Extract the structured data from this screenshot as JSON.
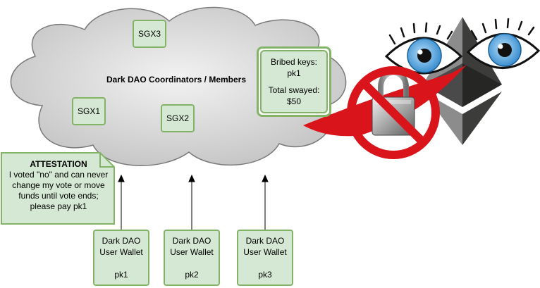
{
  "cloud": {
    "title": "Dark DAO Coordinators / Members",
    "fill": "#d9d9d9",
    "stroke": "#7a7a7a"
  },
  "sgx_nodes": [
    {
      "label": "SGX3"
    },
    {
      "label": "SGX1"
    },
    {
      "label": "SGX2"
    }
  ],
  "bribed_box": {
    "line1": "Bribed keys:",
    "line2": "pk1",
    "line3": "Total swayed:",
    "line4": "$50"
  },
  "attestation": {
    "title": "ATTESTATION",
    "lines": [
      "I  voted \"no\" and can never",
      "change my vote or move",
      "funds until vote ends;",
      "please pay pk1"
    ]
  },
  "wallets": [
    {
      "line1": "Dark DAO",
      "line2": "User Wallet",
      "key": "pk1"
    },
    {
      "line1": "Dark DAO",
      "line2": "User Wallet",
      "key": "pk2"
    },
    {
      "line1": "Dark DAO",
      "line2": "User Wallet",
      "key": "pk3"
    }
  ],
  "colors": {
    "node_fill": "#d5e8d4",
    "node_stroke": "#82b366",
    "prohibition_red": "#d9141b",
    "ethereum_dark": "#343434",
    "eye_blue": "#4aa3df"
  },
  "icons": [
    "eye-icon",
    "ethereum-logo",
    "padlock-icon",
    "prohibition-sign"
  ]
}
